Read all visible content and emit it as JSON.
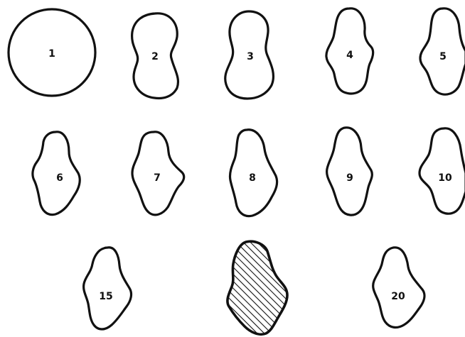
{
  "shapes": [
    {
      "id": "shape-1",
      "label": "1"
    },
    {
      "id": "shape-2",
      "label": "2"
    },
    {
      "id": "shape-3",
      "label": "3"
    },
    {
      "id": "shape-4",
      "label": "4"
    },
    {
      "id": "shape-5",
      "label": "5"
    },
    {
      "id": "shape-6",
      "label": "6"
    },
    {
      "id": "shape-7",
      "label": "7"
    },
    {
      "id": "shape-8",
      "label": "8"
    },
    {
      "id": "shape-9",
      "label": "9"
    },
    {
      "id": "shape-10",
      "label": "10"
    },
    {
      "id": "shape-15",
      "label": "15"
    },
    {
      "id": "shape-hatched",
      "label": ""
    },
    {
      "id": "shape-20",
      "label": "20"
    }
  ],
  "colors": {
    "stroke": "#111111",
    "background": "#ffffff"
  }
}
